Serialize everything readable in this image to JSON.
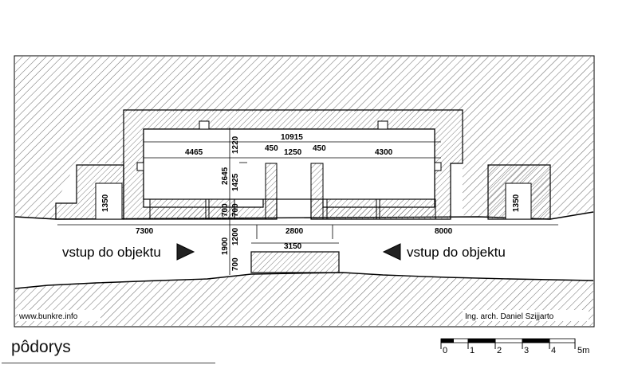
{
  "title": "pôdorys",
  "watermark_left": "www.bunkre.info",
  "watermark_right": "Ing. arch. Daniel Szijjarto",
  "entrance_left": "vstup do objektu",
  "entrance_right": "vstup do objektu",
  "dimensions": {
    "overall_width": "10915",
    "left_room": "4465",
    "left_gap": "450",
    "center_gap": "1250",
    "right_gap": "450",
    "right_room": "4300",
    "wall_1220": "1220",
    "height_2645": "2645",
    "height_1425": "1425",
    "left_run": "7300",
    "center_run": "2800",
    "right_run": "8000",
    "wall_3150": "3150",
    "small_700a": "700",
    "small_700b": "700",
    "left_1350": "1350",
    "right_1350": "1350",
    "dim_1900": "1900",
    "dim_1200": "1200",
    "dim_700": "700"
  },
  "scale": {
    "labels": [
      "0",
      "1",
      "2",
      "3",
      "4",
      "5m"
    ]
  },
  "colors": {
    "line": "#000000",
    "hatch": "#555555",
    "background": "#ffffff"
  }
}
